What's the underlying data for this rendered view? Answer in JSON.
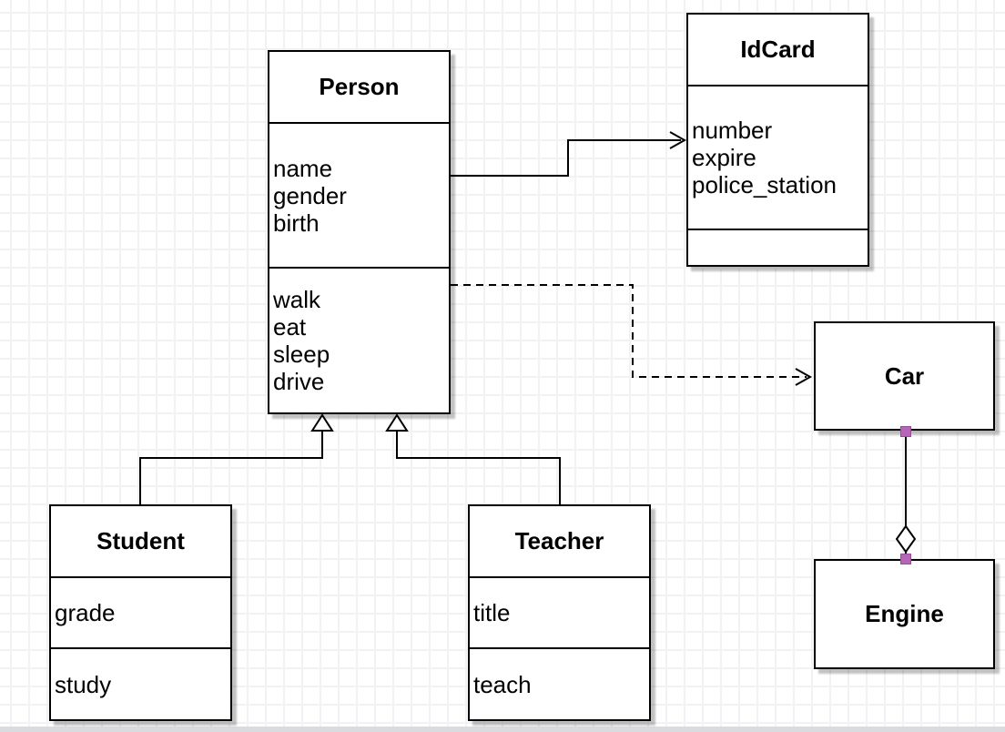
{
  "diagram": {
    "classes": [
      {
        "name": "Person",
        "attributes": [
          "name",
          "gender",
          "birth"
        ],
        "methods": [
          "walk",
          "eat",
          "sleep",
          "drive"
        ]
      },
      {
        "name": "IdCard",
        "attributes": [
          "number",
          "expire",
          "police_station"
        ],
        "methods": []
      },
      {
        "name": "Car",
        "attributes": [],
        "methods": []
      },
      {
        "name": "Engine",
        "attributes": [],
        "methods": []
      },
      {
        "name": "Student",
        "attributes": [
          "grade"
        ],
        "methods": [
          "study"
        ]
      },
      {
        "name": "Teacher",
        "attributes": [
          "title"
        ],
        "methods": [
          "teach"
        ]
      }
    ],
    "relationships": [
      {
        "from": "Person",
        "to": "IdCard",
        "type": "directed-association",
        "line": "solid",
        "arrow": "open"
      },
      {
        "from": "Person",
        "to": "Car",
        "type": "dependency",
        "line": "dashed",
        "arrow": "open"
      },
      {
        "from": "Student",
        "to": "Person",
        "type": "generalization",
        "line": "solid",
        "arrow": "hollow-triangle"
      },
      {
        "from": "Teacher",
        "to": "Person",
        "type": "generalization",
        "line": "solid",
        "arrow": "hollow-triangle"
      },
      {
        "from": "Car",
        "to": "Engine",
        "type": "aggregation",
        "line": "solid",
        "arrow": "hollow-diamond"
      }
    ],
    "colors": {
      "stroke": "#000000",
      "box_fill": "#ffffff",
      "grid_line": "#f2f2f4",
      "shadow": "rgba(0,0,0,0.24)",
      "endpoint_marker": "#b666b6",
      "page_edge": "#d9dbde"
    }
  }
}
